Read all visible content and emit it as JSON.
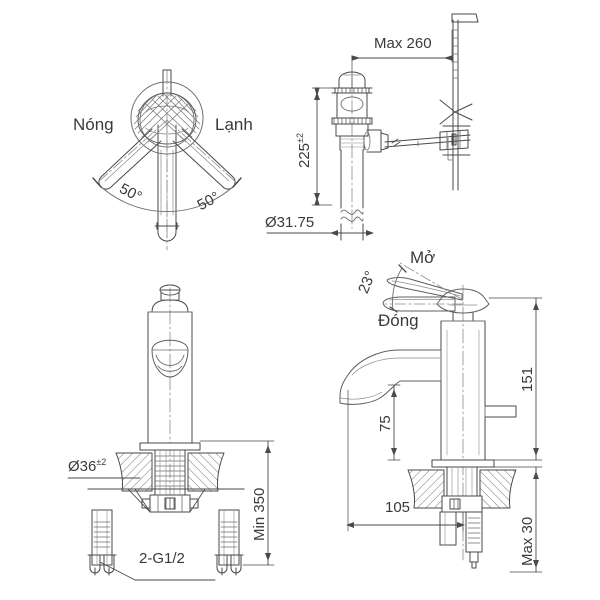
{
  "drawing": {
    "title": "Basin mixer faucet technical drawing",
    "line_color": "#4a4a4a",
    "thin_color": "#6f6f6f",
    "text_color": "#3a3a3a",
    "background": "#ffffff"
  },
  "views": {
    "top_left": {
      "name": "handle-swivel-top-view",
      "label_hot": "Nóng",
      "label_cold": "Lạnh",
      "angle_left": "50°",
      "angle_right": "50°"
    },
    "top_right": {
      "name": "popup-drain-assembly-view",
      "dim_max_reach": "Max 260",
      "dim_height": "225",
      "dim_height_tol": "±2",
      "dim_diameter": "Ø31.75"
    },
    "bottom_left": {
      "name": "faucet-front-view",
      "dim_hole_diameter": "Ø36",
      "dim_hole_tol": "±2",
      "dim_min_supply": "Min 350",
      "label_thread": "2-G1/2"
    },
    "bottom_right": {
      "name": "faucet-side-view",
      "label_open": "Mở",
      "label_close": "Đóng",
      "angle_lever": "23°",
      "dim_total_height": "151",
      "dim_spout_height": "75",
      "dim_spout_reach": "105",
      "dim_max_deck": "Max 30"
    }
  }
}
